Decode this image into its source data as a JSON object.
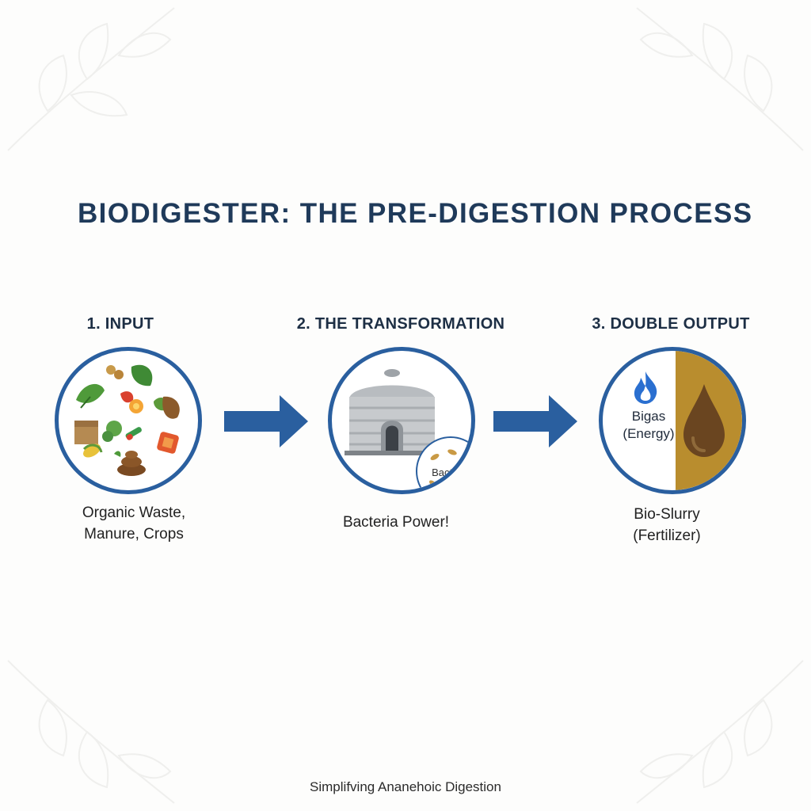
{
  "title": "BIODIGESTER: THE PRE-DIGESTION PROCESS",
  "steps": [
    {
      "heading": "1. INPUT",
      "caption_line1": "Organic Waste,",
      "caption_line2": "Manure, Crops",
      "icon": "organic-waste-icon"
    },
    {
      "heading": "2. THE TRANSFORMATION",
      "caption": "Bacteria Power!",
      "bubble_label": "Bacteria",
      "icon": "digester-tank-icon"
    },
    {
      "heading": "3. DOUBLE OUTPUT",
      "gas_line1": "Bigas",
      "gas_line2": "(Energy)",
      "caption_line1": "Bio-Slurry",
      "caption_line2": "(Fertilizer)",
      "icon": "flame-and-drop-icon"
    }
  ],
  "footer": "Simplifving Ananehoic Digestion",
  "colors": {
    "accent": "#2a5f9f",
    "title": "#1f3a5a",
    "slurry": "#b98d2e",
    "flame": "#2a6fd0"
  }
}
